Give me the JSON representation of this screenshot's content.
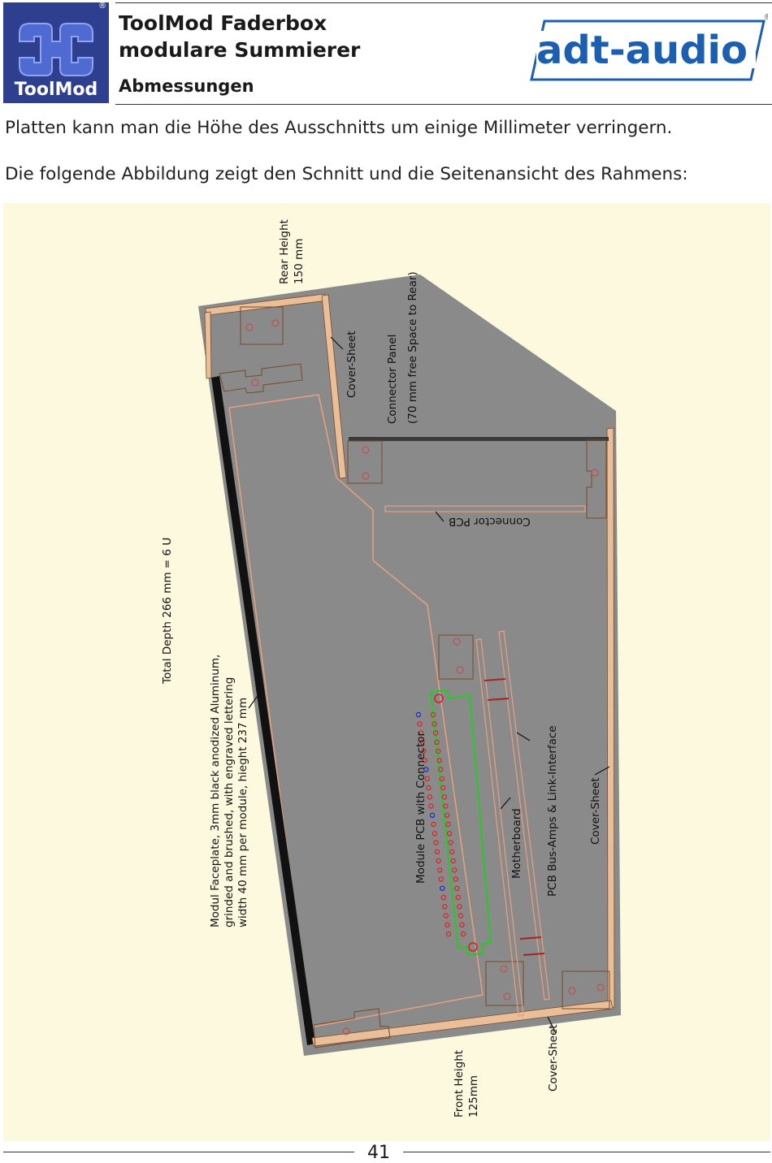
{
  "header": {
    "logo_text": "ToolMod",
    "logo_reg": "®",
    "title_line1": "ToolMod Faderbox",
    "title_line2": "modulare Summierer",
    "subtitle": "Abmessungen",
    "brand_logo": "adt-audio",
    "brand_reg": "®"
  },
  "body": {
    "paragraph1": "Platten kann man die Höhe des Ausschnitts um einige Millimeter verringern.",
    "paragraph2": "Die folgende Abbildung zeigt den Schnitt und die Seitenansicht des Rahmens:"
  },
  "drawing": {
    "rear_height": [
      "Rear Height",
      "150 mm"
    ],
    "cover_sheet_top": "Cover-Sheet",
    "connector_panel": [
      "Connector Panel",
      "(70 mm free Space to Rear)"
    ],
    "connector_pcb": "Connector PCB",
    "total_depth": "Total Depth 266 mm = 6 U",
    "faceplate": [
      "Modul Faceplate, 3mm black anodized Aluminum,",
      "grinded and brushed, with engraved lettering",
      "width 40 mm per module, hieght 237 mm"
    ],
    "module_pcb": "Module PCB with Connector",
    "motherboard": "Motherboard",
    "pcb_bus": "PCB Bus-Amps & Link-Interface",
    "cover_sheet_right": "Cover-Sheet",
    "cover_sheet_bottom": "Cover-Sheet",
    "front_height": [
      "Front Height",
      "125mm"
    ],
    "colors": {
      "background": "#fdf9df",
      "body_gray": "#8a8a8a",
      "frame_tan": "#e8bf98",
      "outline": "#7a4a2a",
      "pcb_green": "#22cc22",
      "pin_red": "#dd2222",
      "pin_blue": "#2222cc"
    }
  },
  "footer": {
    "page_number": "41"
  }
}
